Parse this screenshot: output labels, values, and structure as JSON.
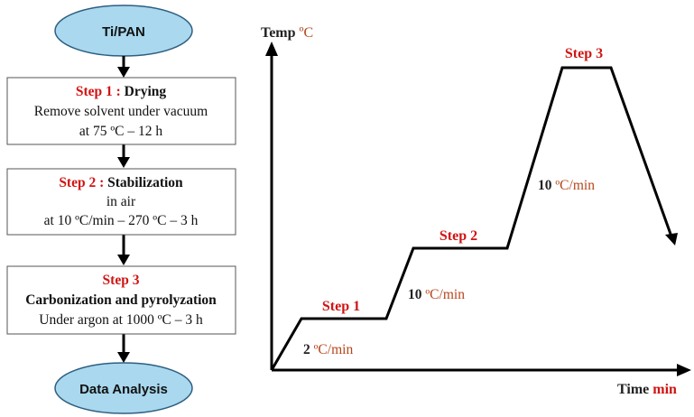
{
  "flowchart": {
    "start": "Ti/PAN",
    "end": "Data Analysis",
    "steps": [
      {
        "head": "Step 1 :",
        "title": "Drying",
        "lines": [
          "Remove solvent under vacuum",
          "at 75 ºC – 12 h"
        ]
      },
      {
        "head": "Step 2 :",
        "title": "Stabilization",
        "lines": [
          "in air",
          "at 10 ºC/min – 270 ºC – 3 h"
        ]
      },
      {
        "head": "Step 3",
        "title": "Carbonization and pyrolyzation",
        "lines": [
          "Under argon at 1000 ºC – 3 h"
        ]
      }
    ]
  },
  "profile": {
    "y_axis": {
      "label": "Temp",
      "unit": "ºC"
    },
    "x_axis": {
      "label": "Time",
      "unit": "min"
    },
    "step_labels": [
      "Step 1",
      "Step 2",
      "Step 3"
    ],
    "rates": [
      {
        "value": "2",
        "unit": "ºC/min"
      },
      {
        "value": "10",
        "unit": "ºC/min"
      },
      {
        "value": "10",
        "unit": "ºC/min"
      }
    ]
  },
  "colors": {
    "ellipse_fill": "#a9d8ef",
    "ellipse_stroke": "#2e5f80",
    "accent_red": "#d01414",
    "rate_brown": "#b5451b"
  }
}
